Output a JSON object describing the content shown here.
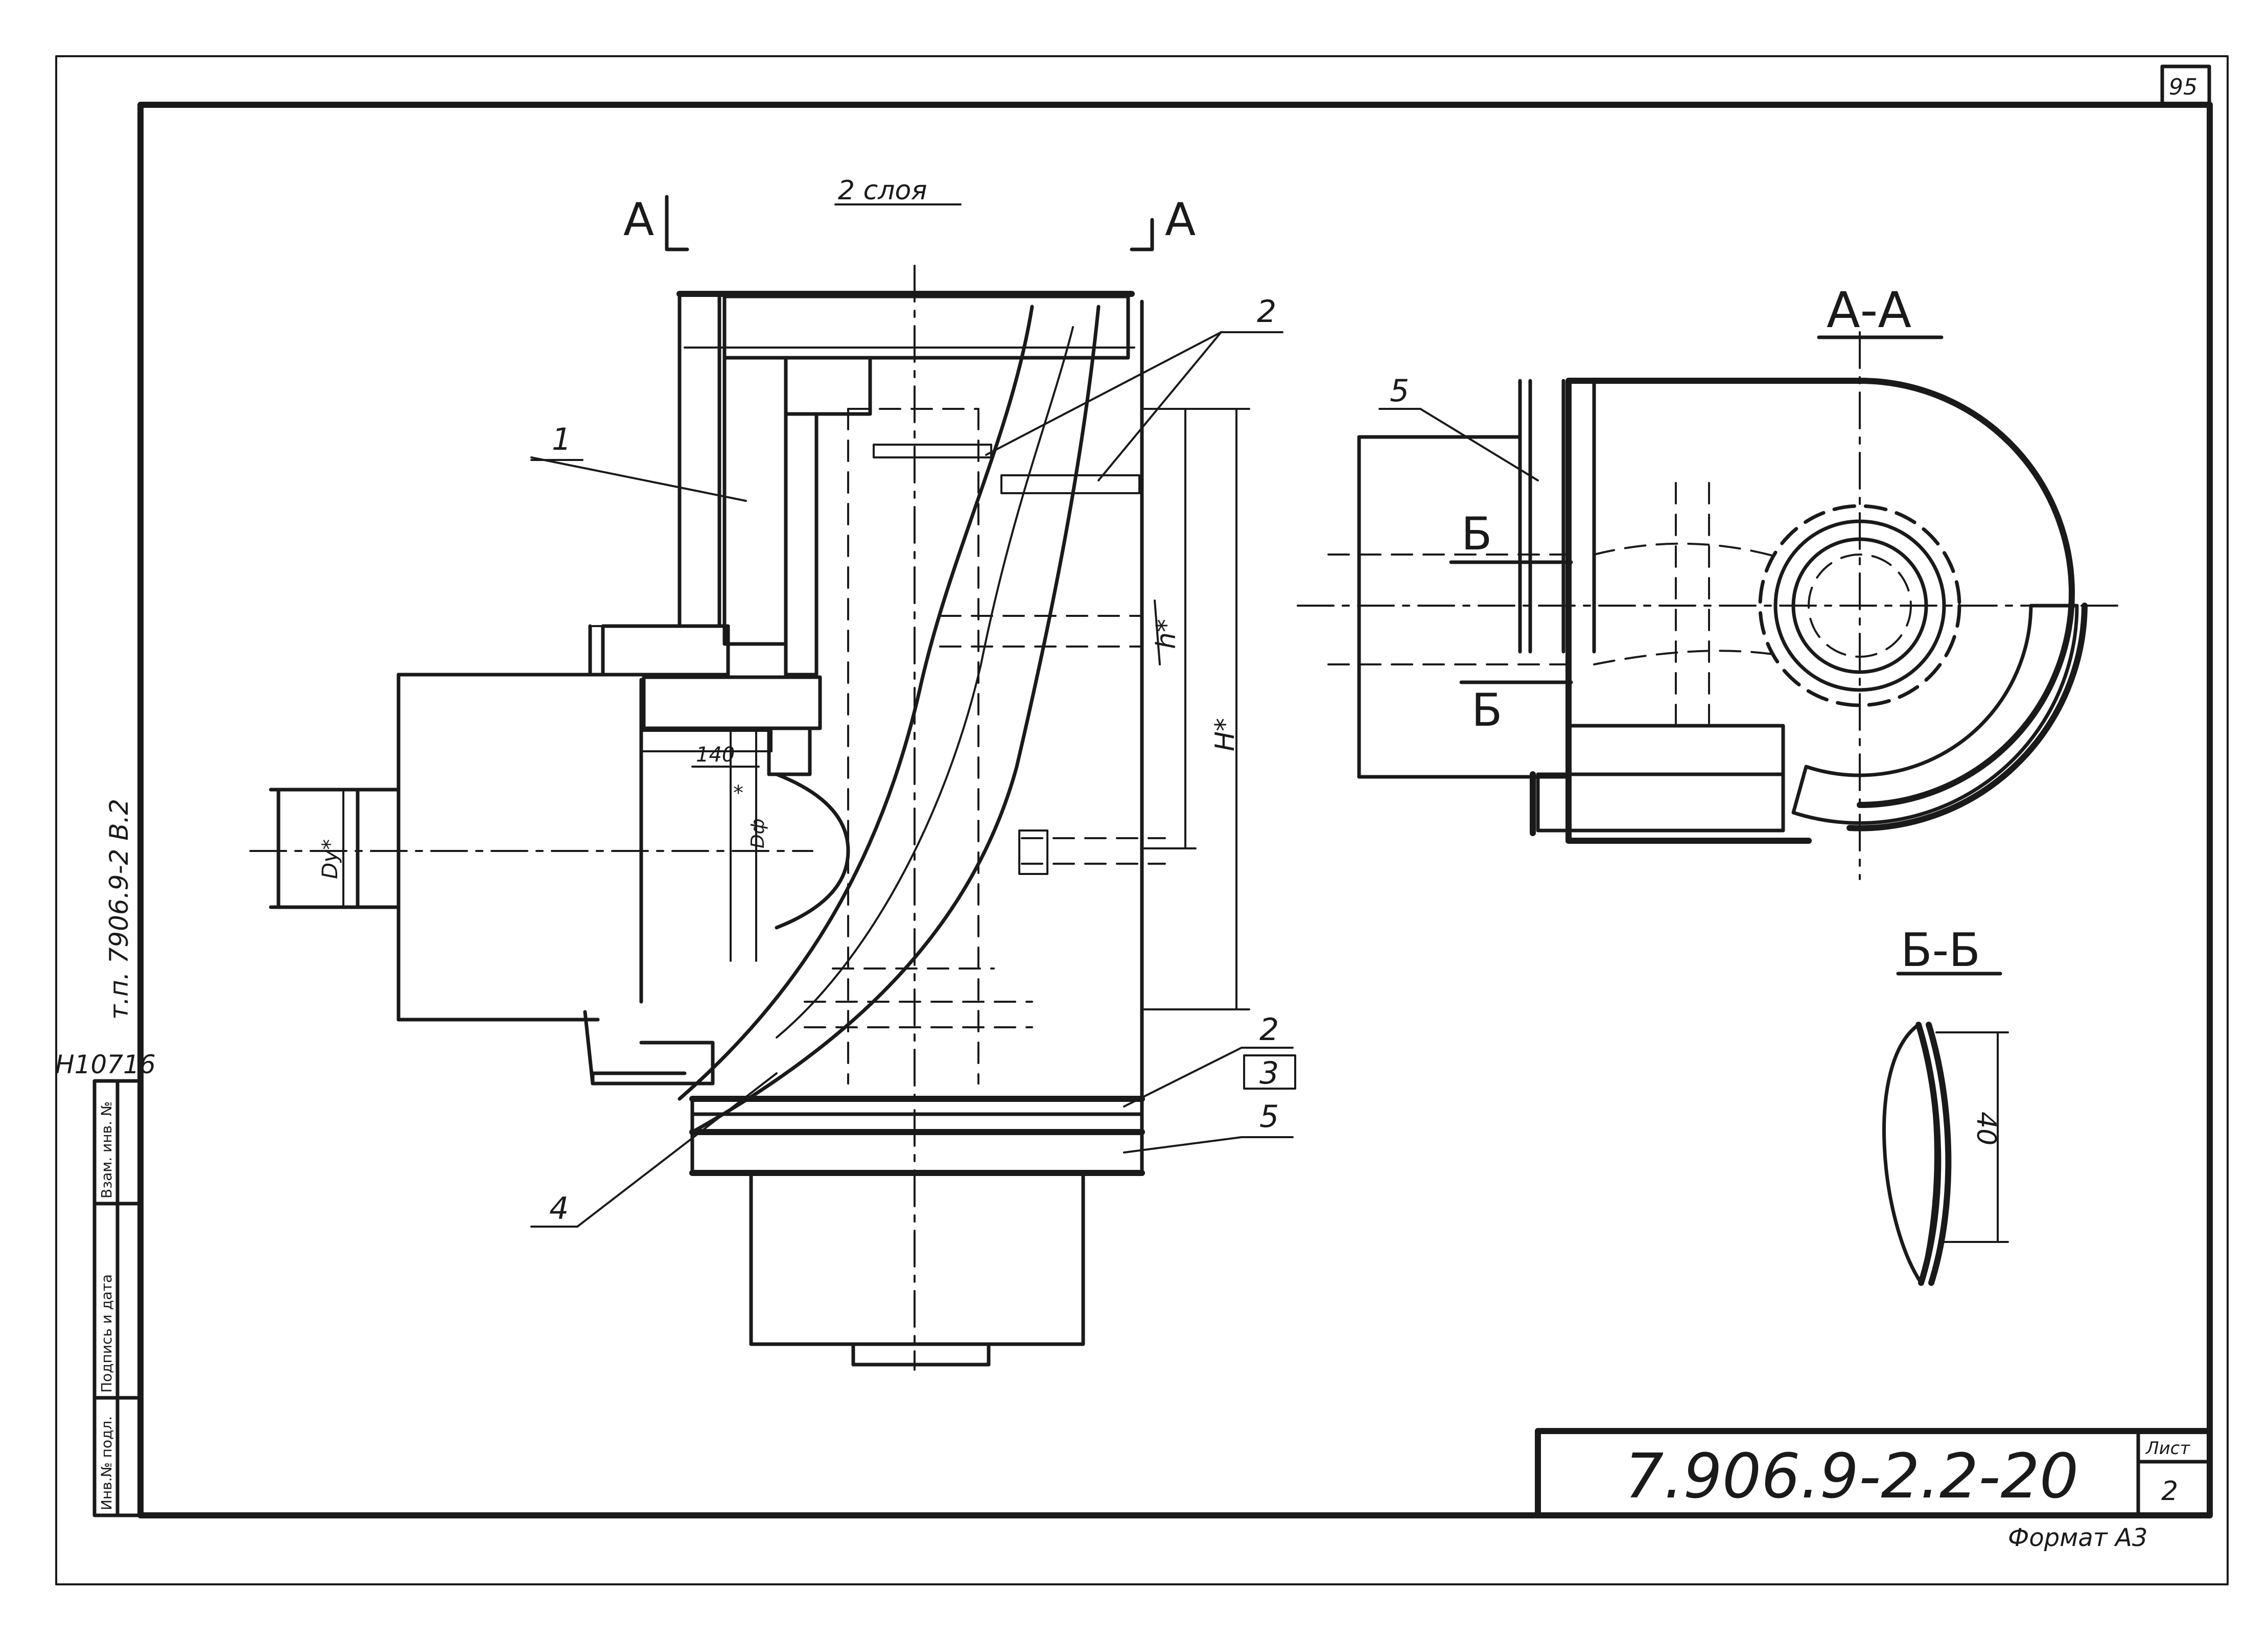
{
  "sheet_number_top": "95",
  "layers_note": "2 слоя",
  "section_marks": {
    "a_left": "А",
    "a_right": "А",
    "aa_title": "А-А",
    "bb_title": "Б-Б",
    "b_upper": "Б",
    "b_lower": "Б"
  },
  "dimensions": {
    "h_star": "h*",
    "H_star": "H*",
    "dy_star": "Dу*",
    "d_phi": "Dф",
    "dim_140": "140",
    "dim_star": "*",
    "dim_40": "40"
  },
  "callouts": {
    "c1": "1",
    "c2_top": "2",
    "c2_bottom": "2",
    "c3": "3",
    "c4": "4",
    "c5_bottom": "5",
    "c5_section": "5"
  },
  "side_text": "т.п. 7906.9-2 В.2",
  "archive_number": "Н10716",
  "stamp_labels": {
    "inv_podl": "Инв.№ подл.",
    "podpis_data": "Подпись и дата",
    "vzam_inv": "Взам. инв. №"
  },
  "title_block": {
    "designation": "7.906.9-2.2-20",
    "sheet_label": "Лист",
    "sheet_value": "2"
  },
  "format_label": "Формат А3"
}
